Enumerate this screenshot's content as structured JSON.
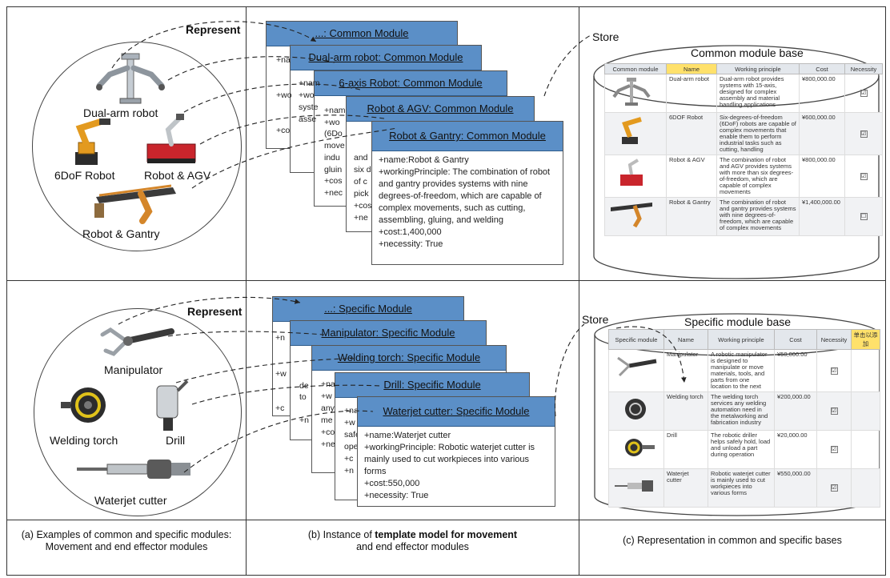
{
  "top_left": {
    "represent": "Represent",
    "robots": [
      "Dual-arm robot",
      "6DoF Robot",
      "Robot & AGV",
      "Robot & Gantry"
    ]
  },
  "bottom_left": {
    "represent": "Represent",
    "effectors": [
      "Manipulator",
      "Welding torch",
      "Drill",
      "Waterjet cutter"
    ]
  },
  "common_cards": [
    {
      "title": "...: Common Module"
    },
    {
      "title": "Dual-arm robot: Common Module"
    },
    {
      "title": "6-axis Robot: Common Module"
    },
    {
      "title": "Robot & AGV: Common Module"
    },
    {
      "title": "Robot & Gantry: Common Module",
      "lines": [
        "+name:Robot & Gantry",
        "+workingPrinciple: The combination of robot and gantry provides systems with nine degrees-of-freedom, which are capable of complex movements, such as cutting, assembling, gluing, and welding",
        "+cost:1,400,000",
        "+necessity: True"
      ]
    }
  ],
  "common_fragments": [
    "+na",
    "+wo",
    "syste",
    "asse",
    "+co",
    "+nam",
    "+wo",
    "(6Do",
    "move",
    "indu",
    "gluin",
    "+cos",
    "+nec",
    "+nam",
    "+wo",
    "and",
    "six d",
    "of c",
    "pick",
    "+cos",
    "+ne"
  ],
  "specific_cards": [
    {
      "title": "...: Specific Module"
    },
    {
      "title": "Manipulator: Specific Module"
    },
    {
      "title": "Welding torch: Specific Module"
    },
    {
      "title": "Drill: Specific Module"
    },
    {
      "title": "Waterjet cutter: Specific Module",
      "lines": [
        "+name:Waterjet cutter",
        "+workingPrinciple: Robotic waterjet cutter is mainly used to cut workpieces into various forms",
        "+cost:550,000",
        "+necessity: True"
      ]
    }
  ],
  "specific_fragments": [
    "+n",
    "+w",
    "de",
    "to",
    "+c",
    "+n",
    "+na",
    "+w",
    "any",
    "me",
    "+co",
    "+ne",
    "+na",
    "+w",
    "safe",
    "ope",
    "+c",
    "+n"
  ],
  "common_base": {
    "store": "Store",
    "title": "Common module base",
    "headers": [
      "Common module",
      "Name",
      "Working principle",
      "Cost",
      "Necessity"
    ],
    "rows": [
      {
        "name": "Dual-arm robot",
        "principle": "Dual-arm robot provides systems with 15-axis, designed for complex assembly and material handling applications",
        "cost": "¥800,000.00",
        "check": "☑"
      },
      {
        "name": "6DOF Robot",
        "principle": "Six-degrees-of-freedom (6DoF) robots are capable of complex movements that enable them to perform industrial tasks such as cutting, handling",
        "cost": "¥600,000.00",
        "check": "☑"
      },
      {
        "name": "Robot & AGV",
        "principle": "The combination of robot and AGV provides systems with more than six degrees-of-freedom, which are capable of complex movements",
        "cost": "¥800,000.00",
        "check": "☑"
      },
      {
        "name": "Robot & Gantry",
        "principle": "The combination of robot and gantry provides systems with nine degrees-of-freedom, which are capable of complex movements",
        "cost": "¥1,400,000.00",
        "check": "☐"
      }
    ]
  },
  "specific_base": {
    "store": "Store",
    "title": "Specific module base",
    "headers": [
      "Specific module",
      "Name",
      "Working principle",
      "Cost",
      "Necessity",
      "单击以添加"
    ],
    "rows": [
      {
        "name": "Manipulator",
        "principle": "A robotic manipulator is designed to manipulate or move materials, tools, and parts from one location to the next",
        "cost": "¥50,000.00",
        "check": "☑"
      },
      {
        "name": "Welding torch",
        "principle": "The welding torch services any welding automation need in the metalworking and fabrication industry",
        "cost": "¥200,000.00",
        "check": "☑"
      },
      {
        "name": "Drill",
        "principle": "The robotic driller helps safely hold, load and unload a part during operation",
        "cost": "¥20,000.00",
        "check": "☑"
      },
      {
        "name": "Waterjet cutter",
        "principle": "Robotic waterjet cutter is mainly used to cut workpieces into various forms",
        "cost": "¥550,000.00",
        "check": "☑"
      }
    ]
  },
  "captions": {
    "a": [
      "(a) Examples of common and specific modules:",
      "Movement and end effector modules"
    ],
    "b_prefix": "(b) Instance of ",
    "b_bold": "template model for movement",
    "b_line2": "and end effector modules",
    "c": "(c) Representation in common and specific bases"
  }
}
